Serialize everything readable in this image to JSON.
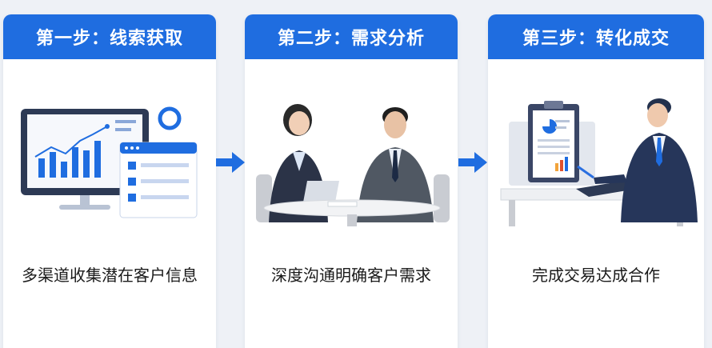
{
  "steps": [
    {
      "title": "第一步：线索获取",
      "caption": "多渠道收集潜在客户信息"
    },
    {
      "title": "第二步：需求分析",
      "caption": "深度沟通明确客户需求"
    },
    {
      "title": "第三步：转化成交",
      "caption": "完成交易达成合作"
    }
  ],
  "colors": {
    "accent": "#1f6de0",
    "background": "#eef1f6",
    "card": "#ffffff",
    "suit": "#2f3b52"
  },
  "icons": [
    "analytics-dashboard-illustration",
    "consultation-meeting-illustration",
    "deal-closing-illustration",
    "arrow-right-icon"
  ]
}
